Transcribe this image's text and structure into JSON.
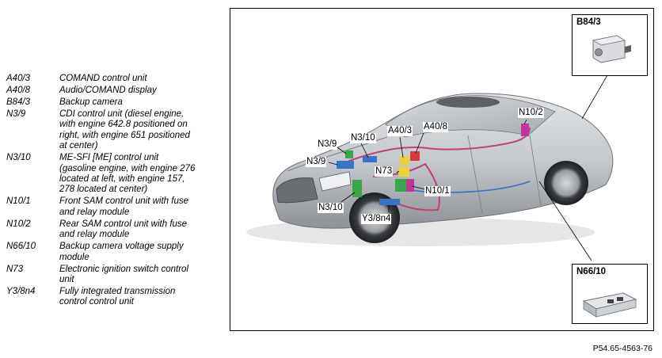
{
  "legend": [
    {
      "code": "A40/3",
      "desc": "COMAND control unit"
    },
    {
      "code": "A40/8",
      "desc": "Audio/COMAND display"
    },
    {
      "code": "B84/3",
      "desc": "Backup camera"
    },
    {
      "code": "N3/9",
      "desc": "CDI control unit (diesel engine,\nwith engine 642.8 positioned on\nright, with engine 651 positioned\nat center)"
    },
    {
      "code": "N3/10",
      "desc": "ME-SFI [ME] control unit\n(gasoline engine, with engine 276\nlocated at left, with engine 157,\n278 located at center)"
    },
    {
      "code": "N10/1",
      "desc": "Front SAM control unit with fuse\nand relay module"
    },
    {
      "code": "N10/2",
      "desc": "Rear SAM control unit with fuse\nand relay module"
    },
    {
      "code": "N66/10",
      "desc": "Backup camera voltage supply\nmodule"
    },
    {
      "code": "N73",
      "desc": "Electronic ignition switch control\nunit"
    },
    {
      "code": "Y3/8n4",
      "desc": "Fully integrated transmission\ncontrol control unit"
    }
  ],
  "callouts": {
    "n3_9_upper": "N3/9",
    "n3_9_lower": "N3/9",
    "n3_10_upper": "N3/10",
    "n3_10_lower": "N3/10",
    "a40_3": "A40/3",
    "a40_8": "A40/8",
    "n73": "N73",
    "n10_1": "N10/1",
    "n10_2": "N10/2",
    "y3_8n4": "Y3/8n4"
  },
  "insets": {
    "camera_title": "B84/3",
    "module_title": "N66/10"
  },
  "reference_code": "P54.65-4563-76",
  "colors": {
    "wiring": "#c0407a",
    "module_blue": "#3a73c4",
    "module_green": "#3aa64a",
    "module_yellow": "#e8d23a",
    "module_red": "#d83a3a",
    "module_magenta": "#c0359a"
  }
}
